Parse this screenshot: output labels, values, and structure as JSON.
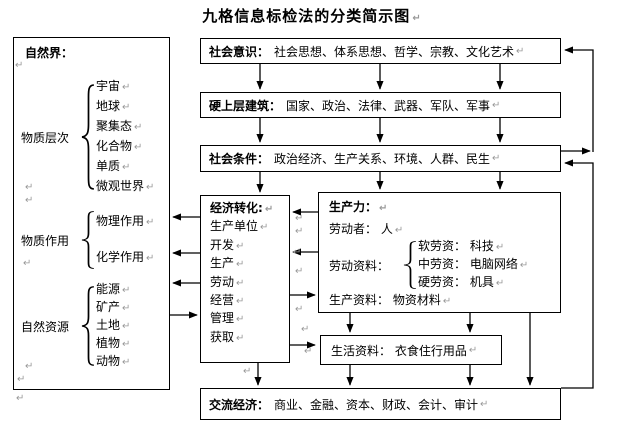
{
  "title": "九格信息标检法的分类简示图",
  "colors": {
    "line": "#000000",
    "pilcrow": "#999999"
  },
  "nature": {
    "label": "自然界：",
    "groups": [
      {
        "label": "物质层次",
        "items": [
          "宇宙",
          "地球",
          "聚集态",
          "化合物",
          "单质",
          "微观世界"
        ]
      },
      {
        "label": "物质作用",
        "items": [
          "物理作用",
          "化学作用"
        ]
      },
      {
        "label": "自然资源",
        "items": [
          "能源",
          "矿产",
          "土地",
          "植物",
          "动物"
        ]
      }
    ]
  },
  "social_consciousness": {
    "label": "社会意识：",
    "content": "社会思想、体系思想、哲学、宗教、文化艺术"
  },
  "superstructure": {
    "label": "硬上层建筑：",
    "content": "国家、政治、法律、武器、军队、军事"
  },
  "social_conditions": {
    "label": "社会条件：",
    "content": "政治经济、生产关系、环境、人群、民生"
  },
  "economic_transform": {
    "label": "经济转化:",
    "items": [
      "生产单位",
      "开发",
      "生产",
      "劳动",
      "经营",
      "管理",
      "获取"
    ]
  },
  "productivity": {
    "label": "生产力：",
    "laborer": "劳动者： 人",
    "labor_materials_label": "劳动资料：",
    "labor_materials": [
      "软劳资： 科技",
      "中劳资： 电脑网络",
      "硬劳资： 机具"
    ],
    "production_materials": "生产资料： 物资材料"
  },
  "living_materials": {
    "content": "生活资料： 衣食住行用品"
  },
  "exchange_economy": {
    "label": "交流经济：",
    "content": "商业、金融、资本、财政、会计、审计"
  }
}
